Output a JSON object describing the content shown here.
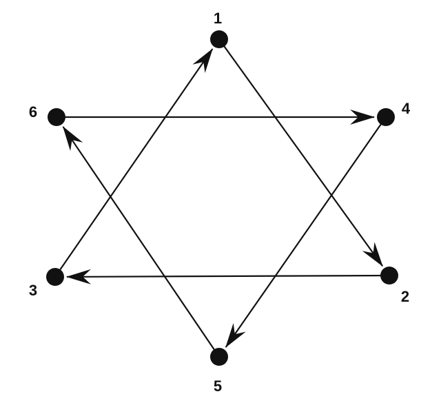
{
  "diagram": {
    "type": "directed-graph",
    "nodes": [
      {
        "id": "1",
        "label": "1"
      },
      {
        "id": "2",
        "label": "2"
      },
      {
        "id": "3",
        "label": "3"
      },
      {
        "id": "4",
        "label": "4"
      },
      {
        "id": "5",
        "label": "5"
      },
      {
        "id": "6",
        "label": "6"
      }
    ],
    "edges": [
      {
        "from": "1",
        "to": "2"
      },
      {
        "from": "2",
        "to": "3"
      },
      {
        "from": "3",
        "to": "1"
      },
      {
        "from": "6",
        "to": "4"
      },
      {
        "from": "4",
        "to": "5"
      },
      {
        "from": "5",
        "to": "6"
      }
    ],
    "colors": {
      "ink": "#111111",
      "background": "#ffffff"
    }
  }
}
